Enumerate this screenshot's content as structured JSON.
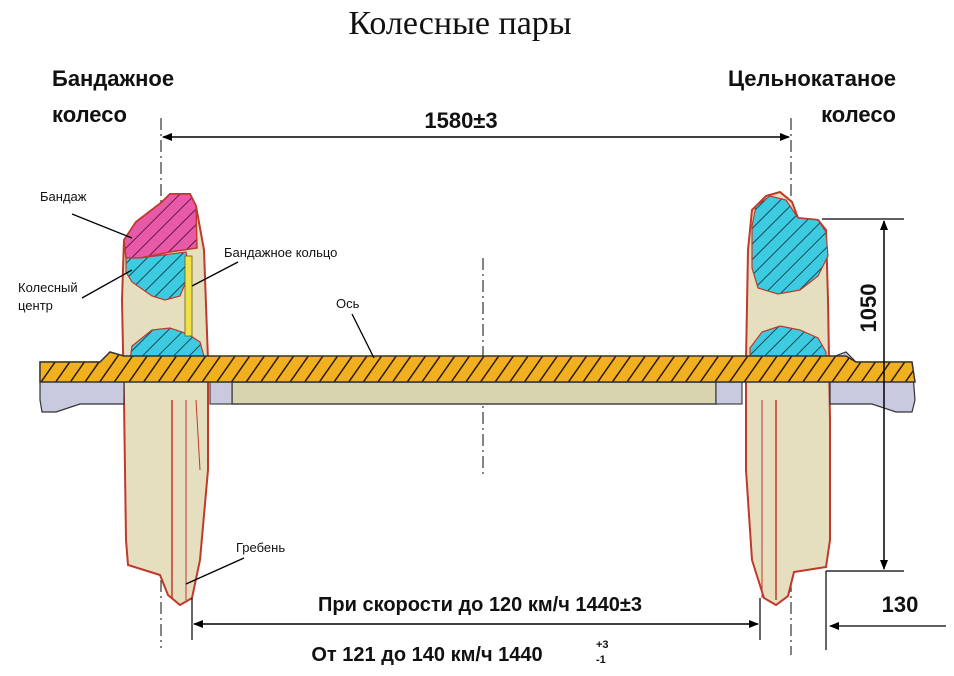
{
  "title": "Колесные пары",
  "left_wheel_title": [
    "Бандажное",
    "колесо"
  ],
  "right_wheel_title": [
    "Цельнокатаное",
    "колесо"
  ],
  "dims": {
    "gauge": "1580±3",
    "diameter": "1050",
    "flange": "130",
    "speed1": "При скорости до 120 км/ч  1440±3",
    "speed2_text": "От 121 до 140 км/ч  1440",
    "speed2_tol_upper": "+3",
    "speed2_tol_lower": "-1"
  },
  "labels": {
    "tire": "Бандаж",
    "wheel_center": [
      "Колесный",
      "центр"
    ],
    "ring": "Бандажное кольцо",
    "axle": "Ось",
    "flange": "Гребень"
  },
  "colors": {
    "tire": "#e85aa8",
    "hub": "#3ccbe0",
    "wheel_fill": "#e5dfc0",
    "outline": "#c0392b",
    "axle": "#f0b020",
    "journal": "#c9c9e0",
    "ring": "#f2e24a"
  }
}
